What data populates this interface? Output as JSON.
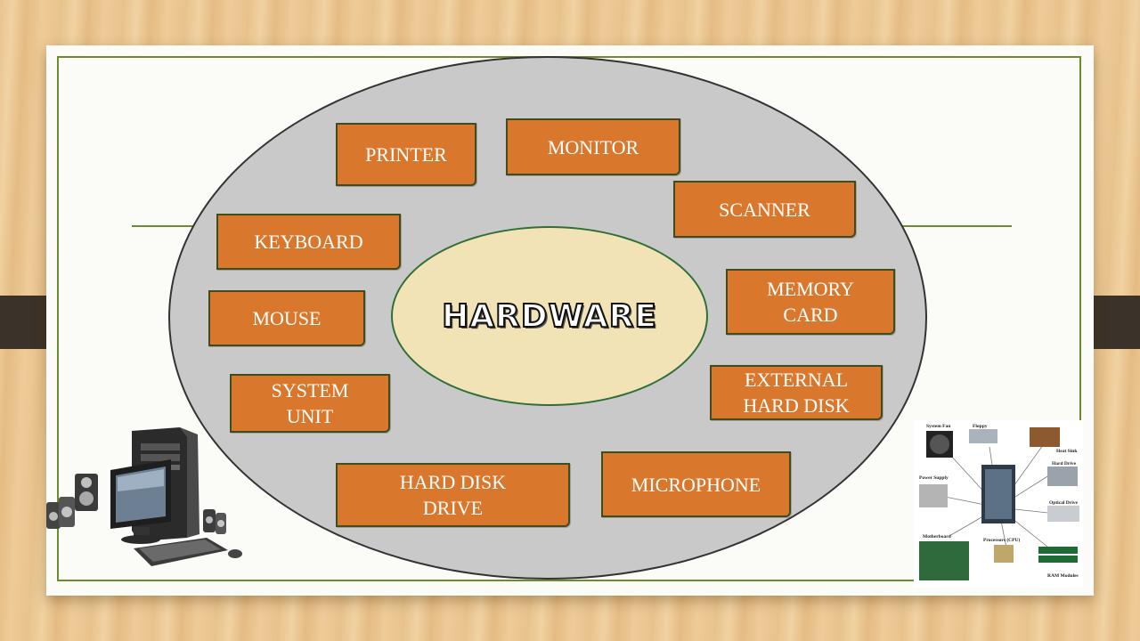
{
  "diagram": {
    "center_label": "HARDWARE",
    "items": [
      {
        "label": "PRINTER"
      },
      {
        "label": "MONITOR"
      },
      {
        "label": "SCANNER"
      },
      {
        "label": "KEYBOARD"
      },
      {
        "label": "MEMORY\nCARD"
      },
      {
        "label": "MOUSE"
      },
      {
        "label": "EXTERNAL\nHARD DISK"
      },
      {
        "label": "SYSTEM\nUNIT"
      },
      {
        "label": "HARD DISK\nDRIVE"
      },
      {
        "label": "MICROPHONE"
      }
    ]
  },
  "components_image": {
    "labels": [
      "System Fan",
      "Floppy",
      "Heat Sink",
      "Hard Drive",
      "Power Supply",
      "Optical Drive",
      "Motherboard",
      "Processors (CPU)",
      "RAM Modules"
    ]
  },
  "colors": {
    "box_fill": "#d9782d",
    "outer_ellipse": "#c9c9c9",
    "center_ellipse": "#f2e3b6",
    "frame_line": "#6f8a2d"
  }
}
